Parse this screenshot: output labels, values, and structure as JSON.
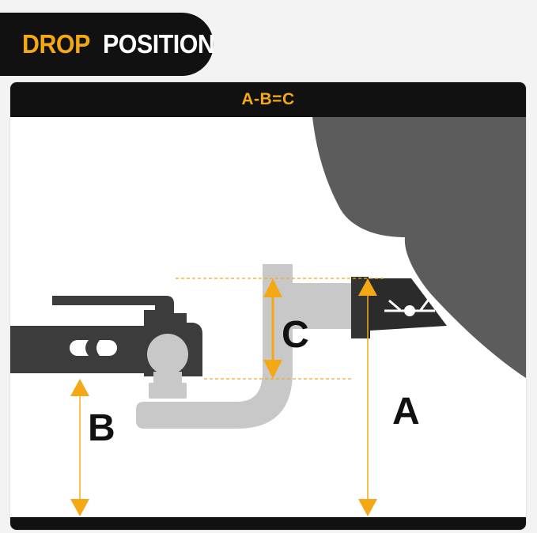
{
  "header": {
    "title_word1": "DROP",
    "title_word2": "POSITION"
  },
  "diagram": {
    "formula": "A-B=C",
    "labels": {
      "a": "A",
      "b": "B",
      "c": "C"
    }
  },
  "colors": {
    "accent": "#f5a816",
    "dark": "#111111",
    "vehicle": "#5c5c5c",
    "mount": "#c8c8c8",
    "trailer": "#3c3c3c"
  }
}
